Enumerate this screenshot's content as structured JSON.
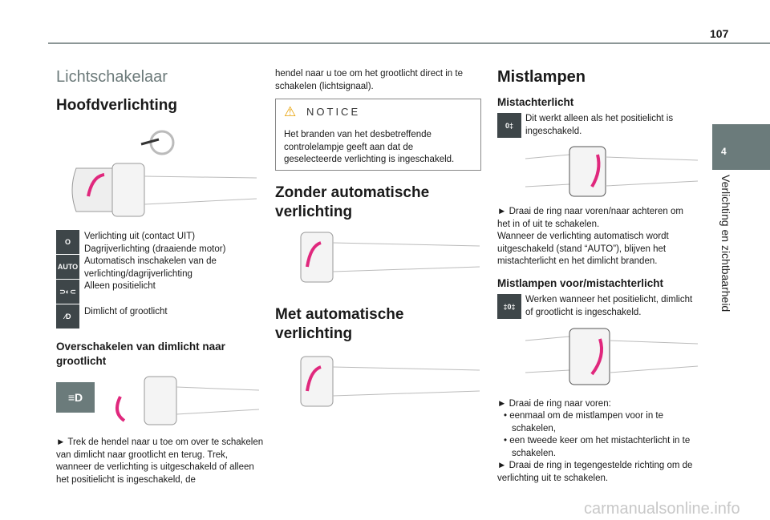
{
  "page_number": "107",
  "chapter": {
    "number": "4",
    "title": "Verlichting en zichtbaarheid",
    "color": "#6b7b7b"
  },
  "col1": {
    "section_title": "Lichtschakelaar",
    "heading": "Hoofdverlichting",
    "items": [
      {
        "icon": "O",
        "text": "Verlichting uit (contact UIT)\nDagrijverlichting (draaiende motor)"
      },
      {
        "icon": "AUTO",
        "text": "Automatisch inschakelen van de verlichting/dagrijverlichting"
      },
      {
        "icon": "position-light-icon",
        "text": "Alleen positielicht"
      },
      {
        "icon": "dipped-main-beam-icon",
        "text": "Dimlicht of grootlicht"
      }
    ],
    "subheading": "Overschakelen van dimlicht naar grootlicht",
    "body": "► Trek de hendel naar u toe om over te schakelen van dimlicht naar grootlicht en terug. Trek, wanneer de verlichting is uitgeschakeld of alleen het positielicht is ingeschakeld, de"
  },
  "col2": {
    "body": "hendel naar u toe om het grootlicht direct in te schakelen (lichtsignaal).",
    "notice_title": "NOTICE",
    "notice_text": "Het branden van het desbetreffende controlelampje geeft aan dat de geselecteerde verlichting is ingeschakeld.",
    "heading1": "Zonder automatische verlichting",
    "heading2": "Met automatische verlichting"
  },
  "col3": {
    "heading": "Mistlampen",
    "sub1": "Mistachterlicht",
    "sub1_text": "Dit werkt alleen als het positielicht is ingeschakeld.",
    "body1": "► Draai de ring naar voren/naar achteren om het in of uit te schakelen.\nWanneer de verlichting automatisch wordt uitgeschakeld (stand “AUTO”), blijven het mistachterlicht en het dimlicht branden.",
    "sub2": "Mistlampen voor/mistachterlicht",
    "sub2_text": "Werken wanneer het positielicht, dimlicht of grootlicht is ingeschakeld.",
    "body2_intro": "► Draai de ring naar voren:",
    "body2_bullets": [
      "eenmaal om de mistlampen voor in te schakelen,",
      "een tweede keer om het mistachterlicht in te schakelen."
    ],
    "body2_end": "► Draai de ring in tegengestelde richting om de verlichting uit te schakelen."
  },
  "watermark": "carmanualsonline.info"
}
